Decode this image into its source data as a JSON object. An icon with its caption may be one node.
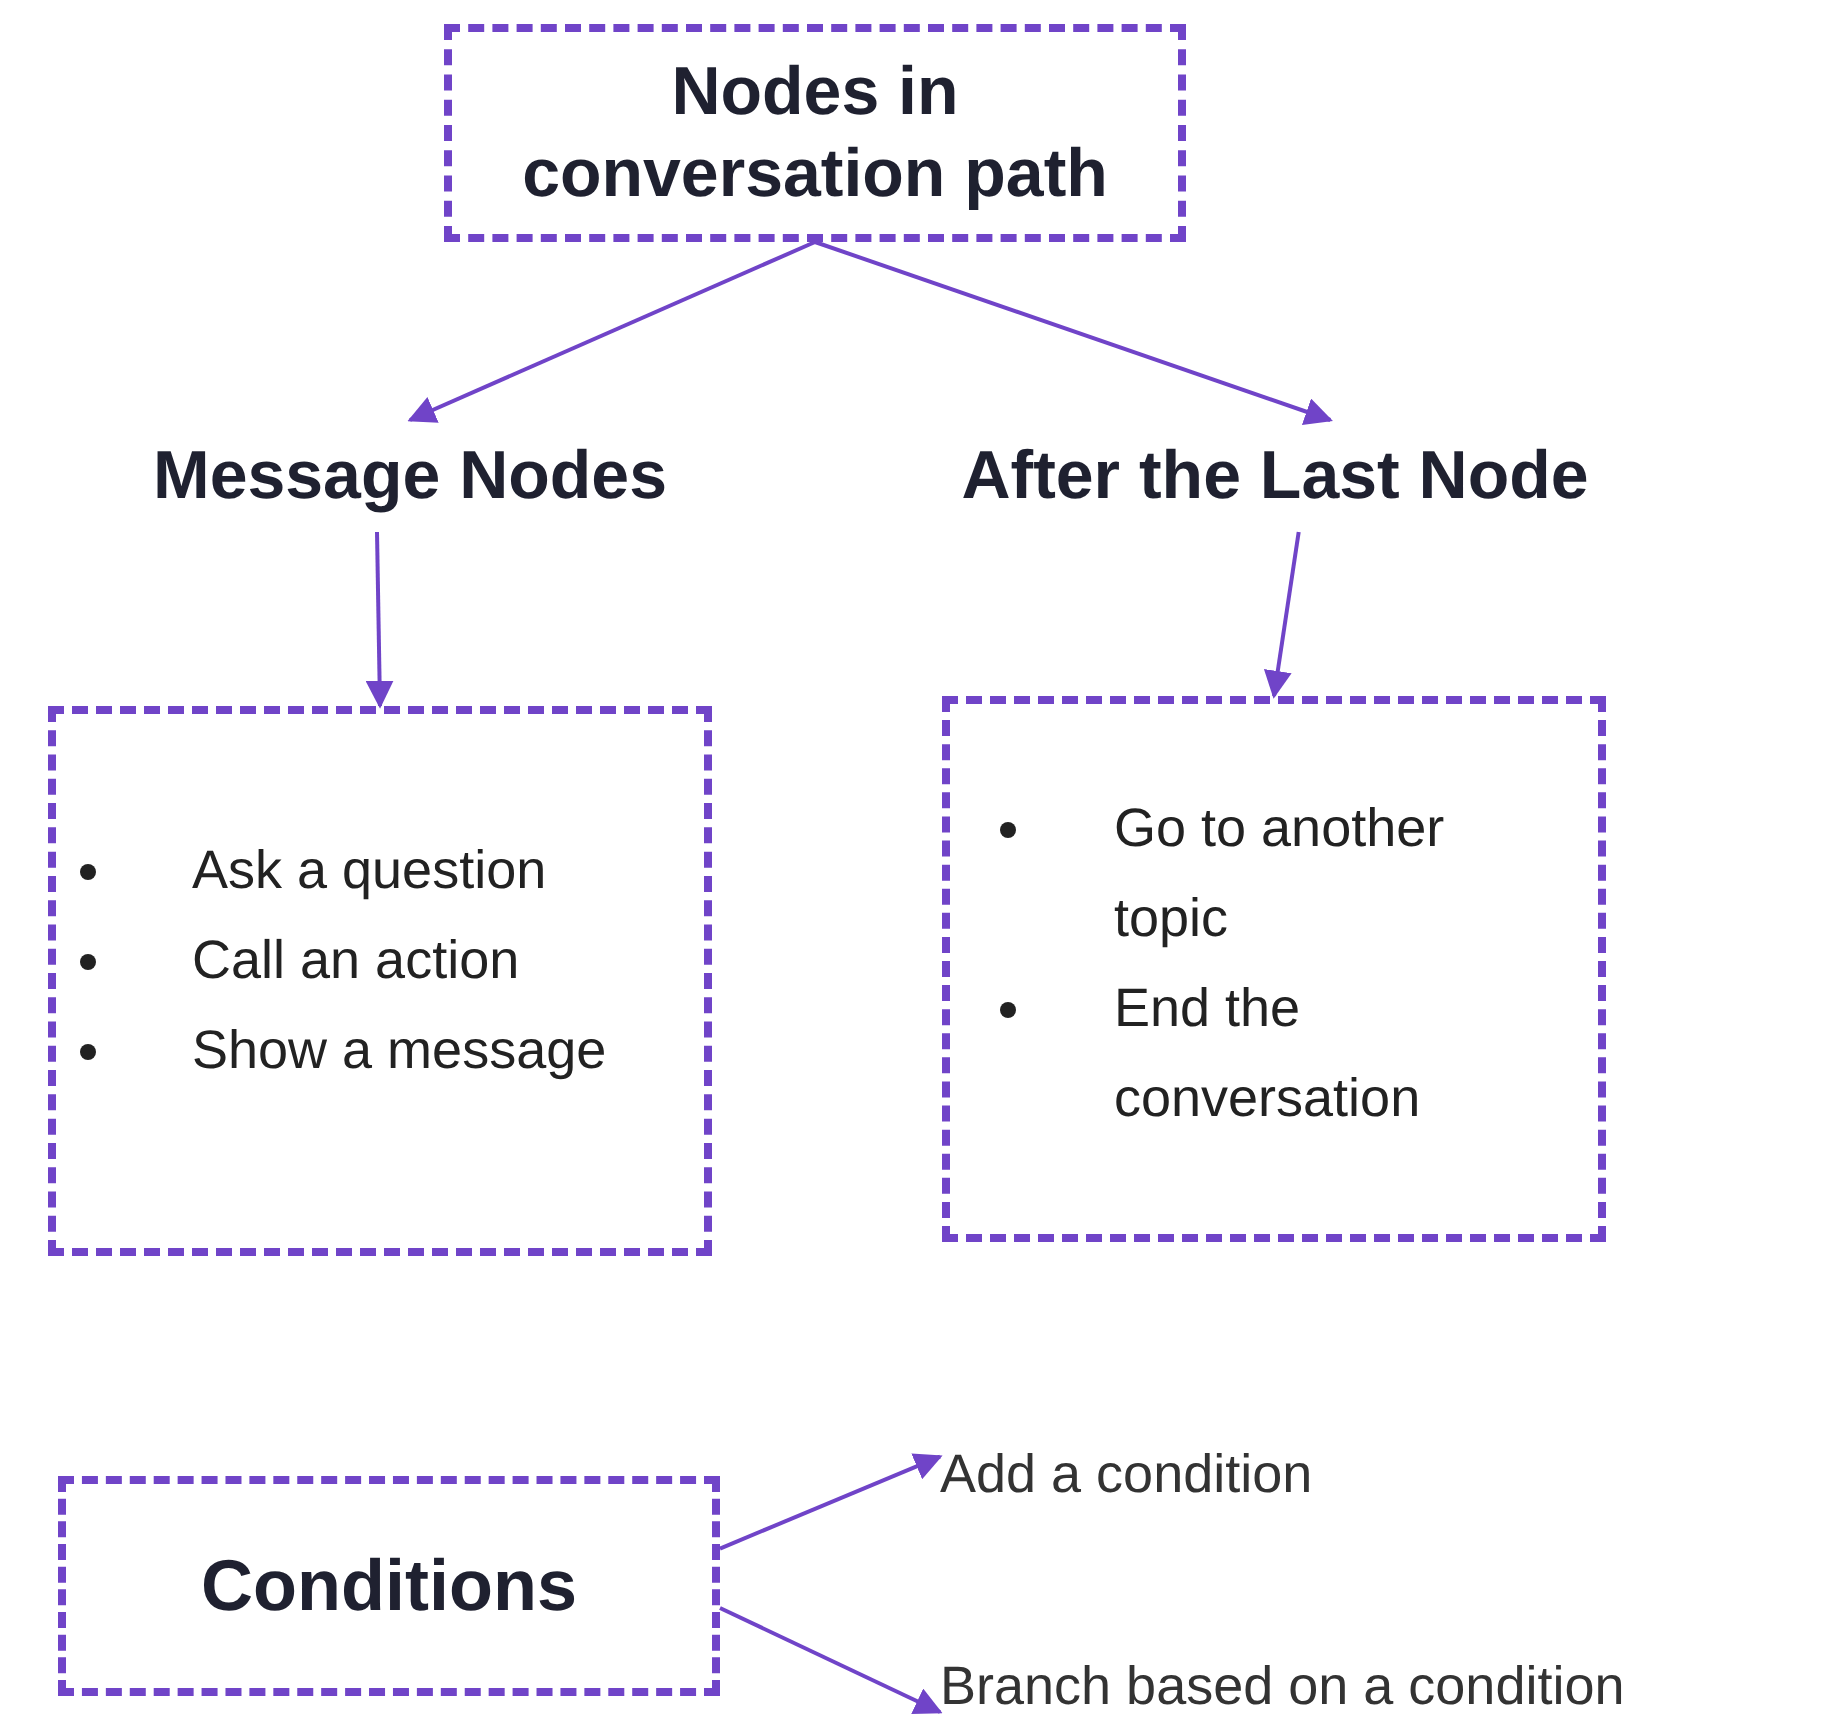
{
  "diagram": {
    "nodes": [
      {
        "text": [
          "Nodes in conversation path"
        ]
      },
      {
        "text": [
          "Message Nodes"
        ]
      },
      {
        "text": [
          "After the Last Node"
        ]
      },
      {
        "text": [
          "Ask a question",
          "Call an action",
          "Show a message"
        ]
      },
      {
        "text": [
          "Go to another topic",
          "End the conversation"
        ]
      },
      {
        "text": [
          "Conditions"
        ]
      },
      {
        "text": [
          "Add a condition"
        ]
      },
      {
        "text": [
          "Branch based on a condition"
        ]
      }
    ],
    "edges": [
      {
        "from": 0,
        "to": 1,
        "arrow": "to"
      },
      {
        "from": 0,
        "to": 2,
        "arrow": "to"
      },
      {
        "from": 1,
        "to": 3,
        "arrow": "to"
      },
      {
        "from": 2,
        "to": 4,
        "arrow": "to"
      },
      {
        "from": 5,
        "to": 6,
        "arrow": "to"
      },
      {
        "from": 5,
        "to": 7,
        "arrow": "to"
      }
    ]
  }
}
